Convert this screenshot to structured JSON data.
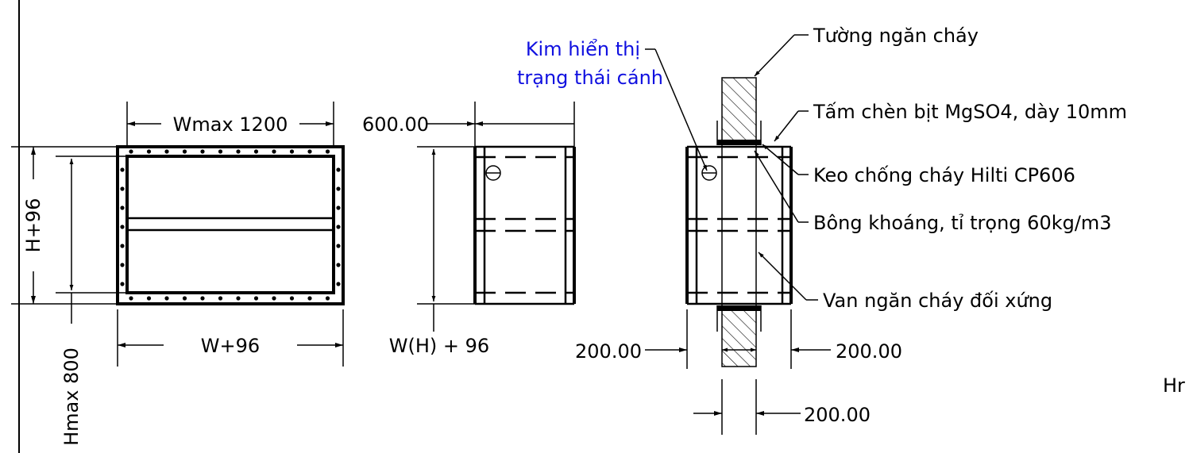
{
  "front_view": {
    "width_max_label": "Wmax 1200",
    "height_label": "H+96",
    "width_label": "W+96",
    "height_max_label": "Hmax 800"
  },
  "side_view": {
    "depth_label": "600.00",
    "size_label": "W(H) + 96"
  },
  "install_view": {
    "indicator_label_line1": "Kim hiển thị",
    "indicator_label_line2": "trạng thái cánh",
    "indicator_color": "#1010e0",
    "wall_label": "Tường ngăn cháy",
    "seal_plate_label": "Tấm chèn bịt MgSO4, dày 10mm",
    "fire_sealant_label": "Keo chống cháy Hilti CP606",
    "mineral_wool_label": "Bông khoáng, tỉ trọng 60kg/m3",
    "damper_label": "Van ngăn cháy đối xứng",
    "left_offset_label": "200.00",
    "right_offset_label": "200.00",
    "wall_thickness_label": "200.00",
    "cut_off_text": "Hr"
  }
}
